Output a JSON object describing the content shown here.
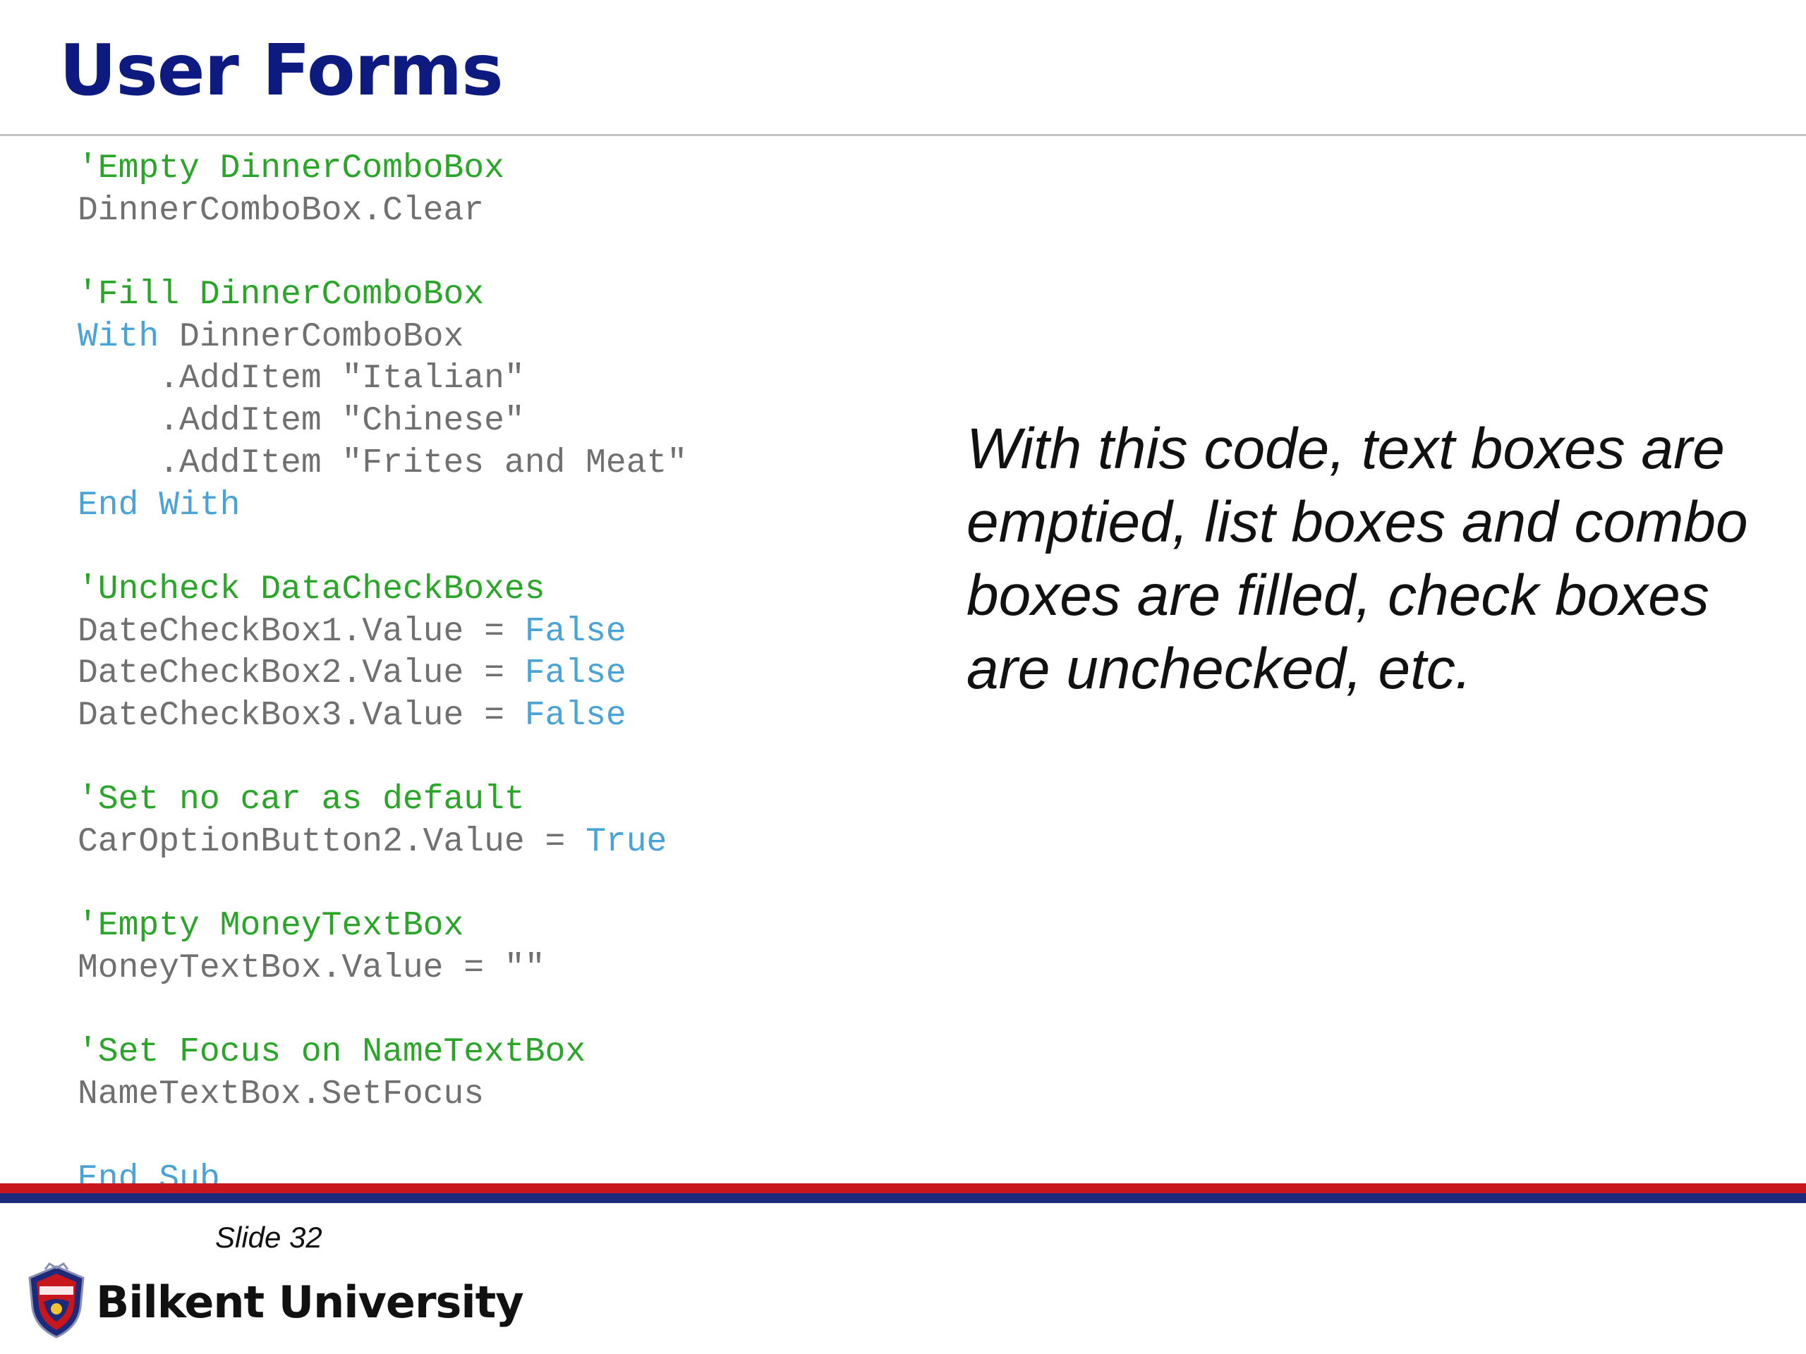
{
  "slide": {
    "title": "User Forms",
    "note": "With this code, text boxes are emptied, list boxes and combo boxes are filled, check boxes are unchecked, etc.",
    "slide_label": "Slide 32",
    "university": "Bilkent University"
  },
  "code": {
    "lines": [
      [
        {
          "t": "'Empty DinnerComboBox",
          "k": "comment"
        }
      ],
      [
        {
          "t": "DinnerComboBox.Clear",
          "k": "plain"
        }
      ],
      [],
      [
        {
          "t": "'Fill DinnerComboBox",
          "k": "comment"
        }
      ],
      [
        {
          "t": "With",
          "k": "keyword"
        },
        {
          "t": " DinnerComboBox",
          "k": "plain"
        }
      ],
      [
        {
          "t": "    .AddItem \"Italian\"",
          "k": "plain"
        }
      ],
      [
        {
          "t": "    .AddItem \"Chinese\"",
          "k": "plain"
        }
      ],
      [
        {
          "t": "    .AddItem \"Frites and Meat\"",
          "k": "plain"
        }
      ],
      [
        {
          "t": "End With",
          "k": "keyword"
        }
      ],
      [],
      [
        {
          "t": "'Uncheck DataCheckBoxes",
          "k": "comment"
        }
      ],
      [
        {
          "t": "DateCheckBox1.Value = ",
          "k": "plain"
        },
        {
          "t": "False",
          "k": "keyword"
        }
      ],
      [
        {
          "t": "DateCheckBox2.Value = ",
          "k": "plain"
        },
        {
          "t": "False",
          "k": "keyword"
        }
      ],
      [
        {
          "t": "DateCheckBox3.Value = ",
          "k": "plain"
        },
        {
          "t": "False",
          "k": "keyword"
        }
      ],
      [],
      [
        {
          "t": "'Set no car as default",
          "k": "comment"
        }
      ],
      [
        {
          "t": "CarOptionButton2.Value = ",
          "k": "plain"
        },
        {
          "t": "True",
          "k": "keyword"
        }
      ],
      [],
      [
        {
          "t": "'Empty MoneyTextBox",
          "k": "comment"
        }
      ],
      [
        {
          "t": "MoneyTextBox.Value = \"\"",
          "k": "plain"
        }
      ],
      [],
      [
        {
          "t": "'Set Focus on NameTextBox",
          "k": "comment"
        }
      ],
      [
        {
          "t": "NameTextBox.SetFocus",
          "k": "plain"
        }
      ],
      [],
      [
        {
          "t": "End Sub",
          "k": "keyword"
        }
      ]
    ]
  },
  "colors": {
    "title": "#0d1a80",
    "comment": "#2aa52a",
    "keyword": "#4aa3d6",
    "plain": "#707070",
    "band_red": "#c8161d",
    "band_blue": "#1b2a7a"
  },
  "icons": {
    "logo": "university-seal-icon"
  }
}
